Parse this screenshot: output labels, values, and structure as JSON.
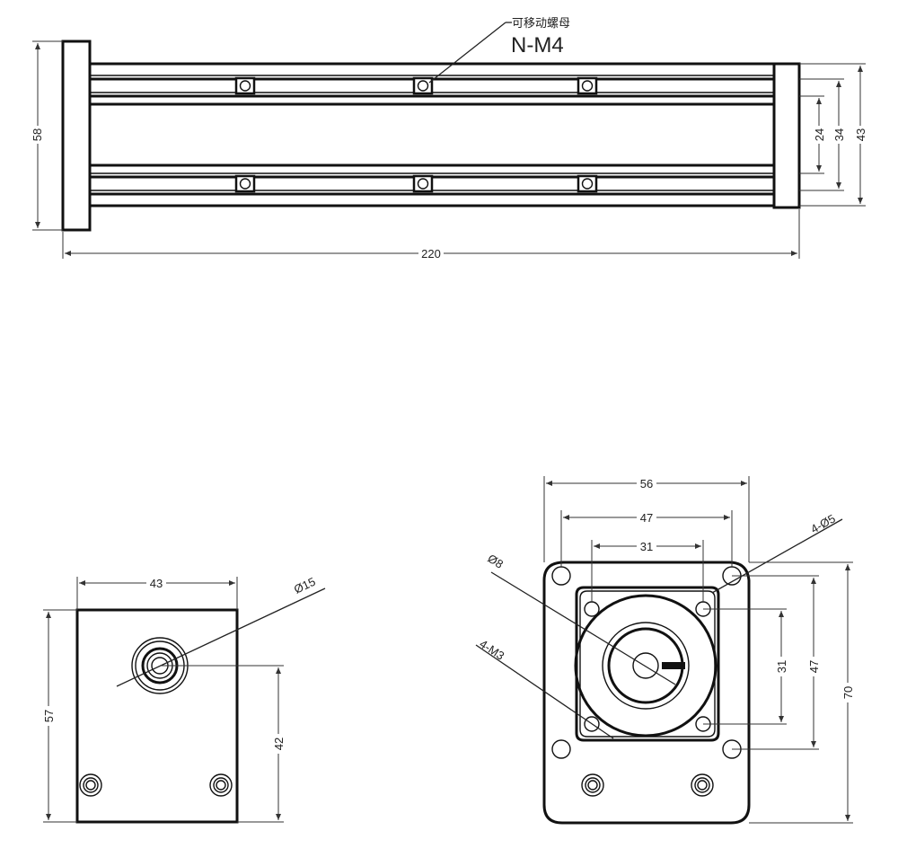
{
  "top_view": {
    "callout_label": "可移动螺母",
    "callout_spec": "N-M4",
    "dim_length": "220",
    "dim_left_height": "58",
    "dim_right_inner": "24",
    "dim_right_mid": "34",
    "dim_right_outer": "43"
  },
  "side_view": {
    "dim_width": "43",
    "dim_height": "57",
    "dim_shaft_height": "42",
    "dim_bore": "Ø15"
  },
  "motor_view": {
    "dim_outer_width": "56",
    "dim_hole_spacing": "47",
    "dim_inner_spacing": "31",
    "dim_mount_holes": "4-Ø5",
    "dim_shaft": "Ø8",
    "dim_threads": "4-M3",
    "dim_right_inner": "31",
    "dim_right_mid": "47",
    "dim_right_outer": "70"
  }
}
